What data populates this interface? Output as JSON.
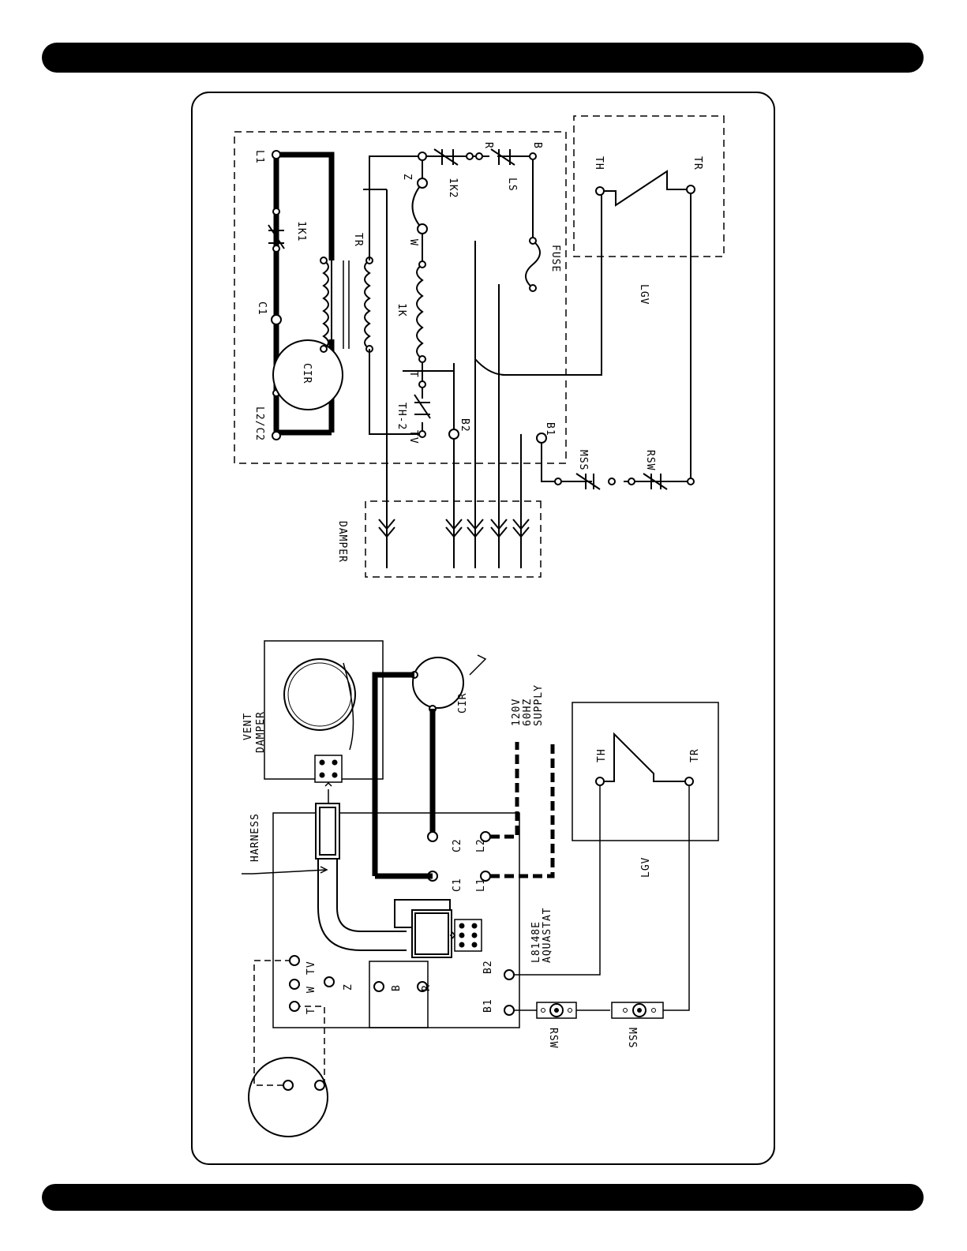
{
  "diagram": {
    "schematic": {
      "labels": {
        "l1": "L1",
        "k1": "1K1",
        "c1": "C1",
        "cir": "CIR",
        "l2c2": "L2/C2",
        "tr": "TR",
        "z": "Z",
        "w": "W",
        "k": "1K",
        "t": "T",
        "th2": "TH-2",
        "tv": "TV",
        "b2": "B2",
        "b1": "B1",
        "k2": "1K2",
        "r": "R",
        "b": "B",
        "ls": "LS",
        "fuse": "FUSE",
        "damper": "DAMPER",
        "lgv": "LGV",
        "lgv_th": "TH",
        "lgv_tr": "TR",
        "mss": "MSS",
        "rsw": "RSW"
      }
    },
    "wiring": {
      "labels": {
        "vent_damper": "VENT\nDAMPER",
        "harness": "HARNESS",
        "cir": "CIR",
        "supply": "120V\n60HZ\nSUPPLY",
        "c1": "C1",
        "c2": "C2",
        "l1": "L1",
        "l2": "L2",
        "aquastat": "L8148E\nAQUASTAT",
        "b1": "B1",
        "b2": "B2",
        "t": "T",
        "w": "W",
        "tv": "TV",
        "z": "Z",
        "b": "B",
        "r": "R",
        "lgv": "LGV",
        "lgv_th": "TH",
        "lgv_tr": "TR",
        "rsw": "RSW",
        "mss": "MSS"
      }
    }
  }
}
